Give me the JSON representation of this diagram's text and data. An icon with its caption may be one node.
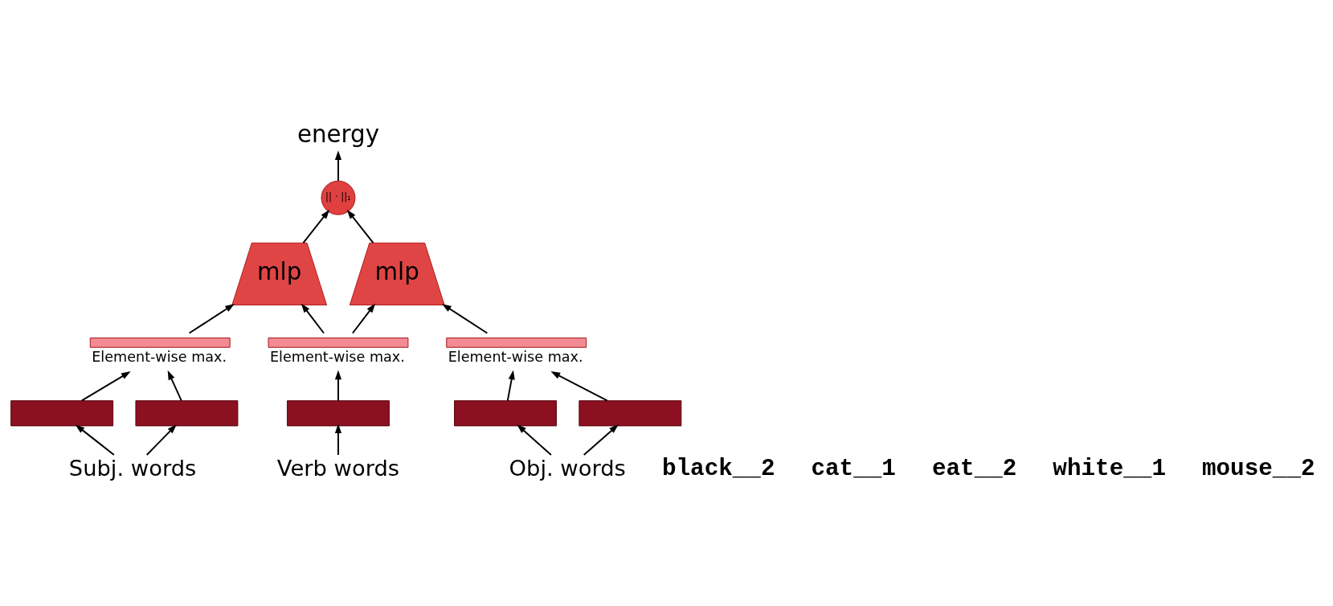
{
  "diagram": {
    "nodes": [
      {
        "text": [
          "|| · ||₁"
        ]
      },
      {
        "text": [
          "energy"
        ]
      },
      {
        "text": [
          "mlp"
        ]
      },
      {
        "text": [
          "mlp"
        ]
      },
      {
        "text": [],
        "shape": "bar",
        "beside": [
          "Element-wise max."
        ]
      },
      {
        "text": [],
        "shape": "bar",
        "beside": [
          "Element-wise max."
        ]
      },
      {
        "text": [],
        "shape": "bar",
        "beside": [
          "Element-wise max."
        ]
      },
      {
        "text": [],
        "shape": "bar"
      },
      {
        "text": [],
        "shape": "bar"
      },
      {
        "text": [],
        "shape": "bar"
      },
      {
        "text": [],
        "shape": "bar"
      },
      {
        "text": [],
        "shape": "bar"
      },
      {
        "text": [
          "Subj. words"
        ]
      },
      {
        "text": [
          "Verb words"
        ]
      },
      {
        "text": [
          "Obj. words"
        ]
      }
    ],
    "edges": [
      {
        "from": 0,
        "to": 1,
        "arrow": "to"
      },
      {
        "from": 2,
        "to": 0,
        "arrow": "to"
      },
      {
        "from": 3,
        "to": 0,
        "arrow": "to"
      },
      {
        "from": 4,
        "to": 2,
        "arrow": "to"
      },
      {
        "from": 5,
        "to": 2,
        "arrow": "to"
      },
      {
        "from": 5,
        "to": 3,
        "arrow": "to"
      },
      {
        "from": 6,
        "to": 3,
        "arrow": "to"
      },
      {
        "from": 7,
        "to": 4,
        "arrow": "to"
      },
      {
        "from": 8,
        "to": 4,
        "arrow": "to"
      },
      {
        "from": 9,
        "to": 5,
        "arrow": "to"
      },
      {
        "from": 10,
        "to": 6,
        "arrow": "to"
      },
      {
        "from": 11,
        "to": 6,
        "arrow": "to"
      },
      {
        "from": 12,
        "to": 7,
        "arrow": "to"
      },
      {
        "from": 12,
        "to": 8,
        "arrow": "to"
      },
      {
        "from": 13,
        "to": 9,
        "arrow": "to"
      },
      {
        "from": 14,
        "to": 10,
        "arrow": "to"
      },
      {
        "from": 14,
        "to": 11,
        "arrow": "to"
      }
    ],
    "labels": [
      "black__2",
      "cat__1",
      "eat__2",
      "white__1",
      "mouse__2"
    ]
  }
}
